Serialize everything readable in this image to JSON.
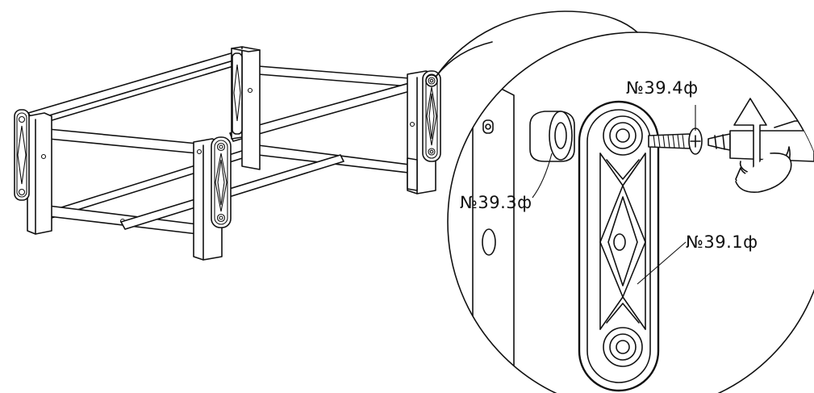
{
  "diagram": {
    "callouts": [
      {
        "id": "screw",
        "label": "№39.4ф"
      },
      {
        "id": "spacer",
        "label": "№39.3ф"
      },
      {
        "id": "plate",
        "label": "№39.1ф"
      }
    ],
    "icons": [
      "screwdriver-icon",
      "rotation-arrow-icon"
    ],
    "colors": {
      "line": "#111111",
      "background": "#ffffff"
    }
  }
}
